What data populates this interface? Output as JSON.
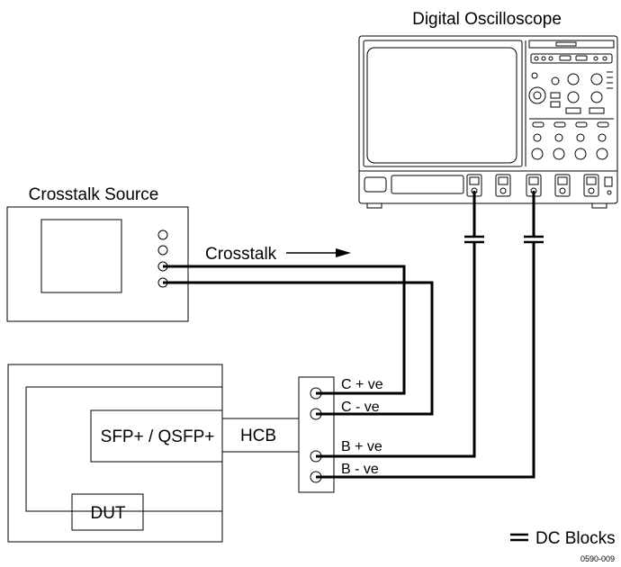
{
  "diagram": {
    "oscilloscope": {
      "title": "Digital Oscilloscope"
    },
    "crosstalk_source": {
      "title": "Crosstalk Source"
    },
    "crosstalk_label": "Crosstalk",
    "module_label": "SFP+ / QSFP+",
    "hcb_label": "HCB",
    "dut_label": "DUT",
    "ports": [
      "C + ve",
      "C - ve",
      "B + ve",
      "B - ve"
    ],
    "legend": {
      "text": "DC Blocks"
    },
    "figure_id": "0590-009"
  }
}
